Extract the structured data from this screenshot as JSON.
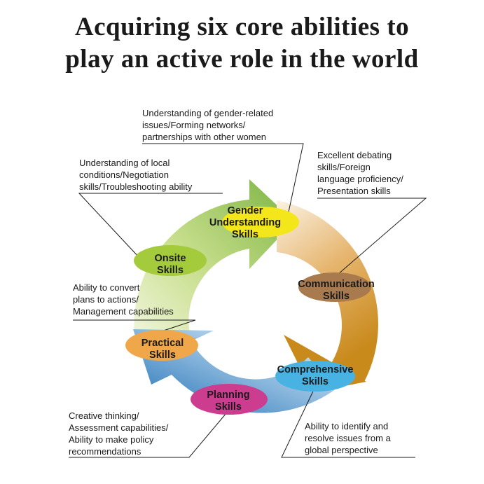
{
  "title": {
    "line1": "Acquiring six core abilities to",
    "line2": "play an active role in the world"
  },
  "skills": {
    "gender": {
      "line1": "Gender",
      "line2": "Understanding",
      "line3": "Skills",
      "color": "#f3e61a"
    },
    "communication": {
      "line1": "Communication",
      "line2": "Skills",
      "color": "#a97a4e"
    },
    "comprehensive": {
      "line1": "Comprehensive",
      "line2": "Skills",
      "color": "#48b3e3"
    },
    "planning": {
      "line1": "Planning",
      "line2": "Skills",
      "color": "#cc3d8f"
    },
    "practical": {
      "line1": "Practical",
      "line2": "Skills",
      "color": "#f0a74a"
    },
    "onsite": {
      "line1": "Onsite",
      "line2": "Skills",
      "color": "#a4cb3c"
    }
  },
  "descriptions": {
    "gender": [
      "Understanding of gender-related",
      "issues/Forming networks/",
      "partnerships with other women"
    ],
    "communication": [
      "Excellent debating",
      "skills/Foreign",
      "language proficiency/",
      "Presentation skills"
    ],
    "comprehensive": [
      "Ability to identify and",
      "resolve issues from a",
      "global perspective"
    ],
    "planning": [
      "Creative thinking/",
      "Assessment capabilities/",
      "Ability to make policy",
      "recommendations"
    ],
    "practical": [
      "Ability to convert",
      "plans to actions/",
      "Management capabilities"
    ],
    "onsite": [
      "Understanding of local",
      "conditions/Negotiation",
      "skills/Troubleshooting ability"
    ]
  }
}
